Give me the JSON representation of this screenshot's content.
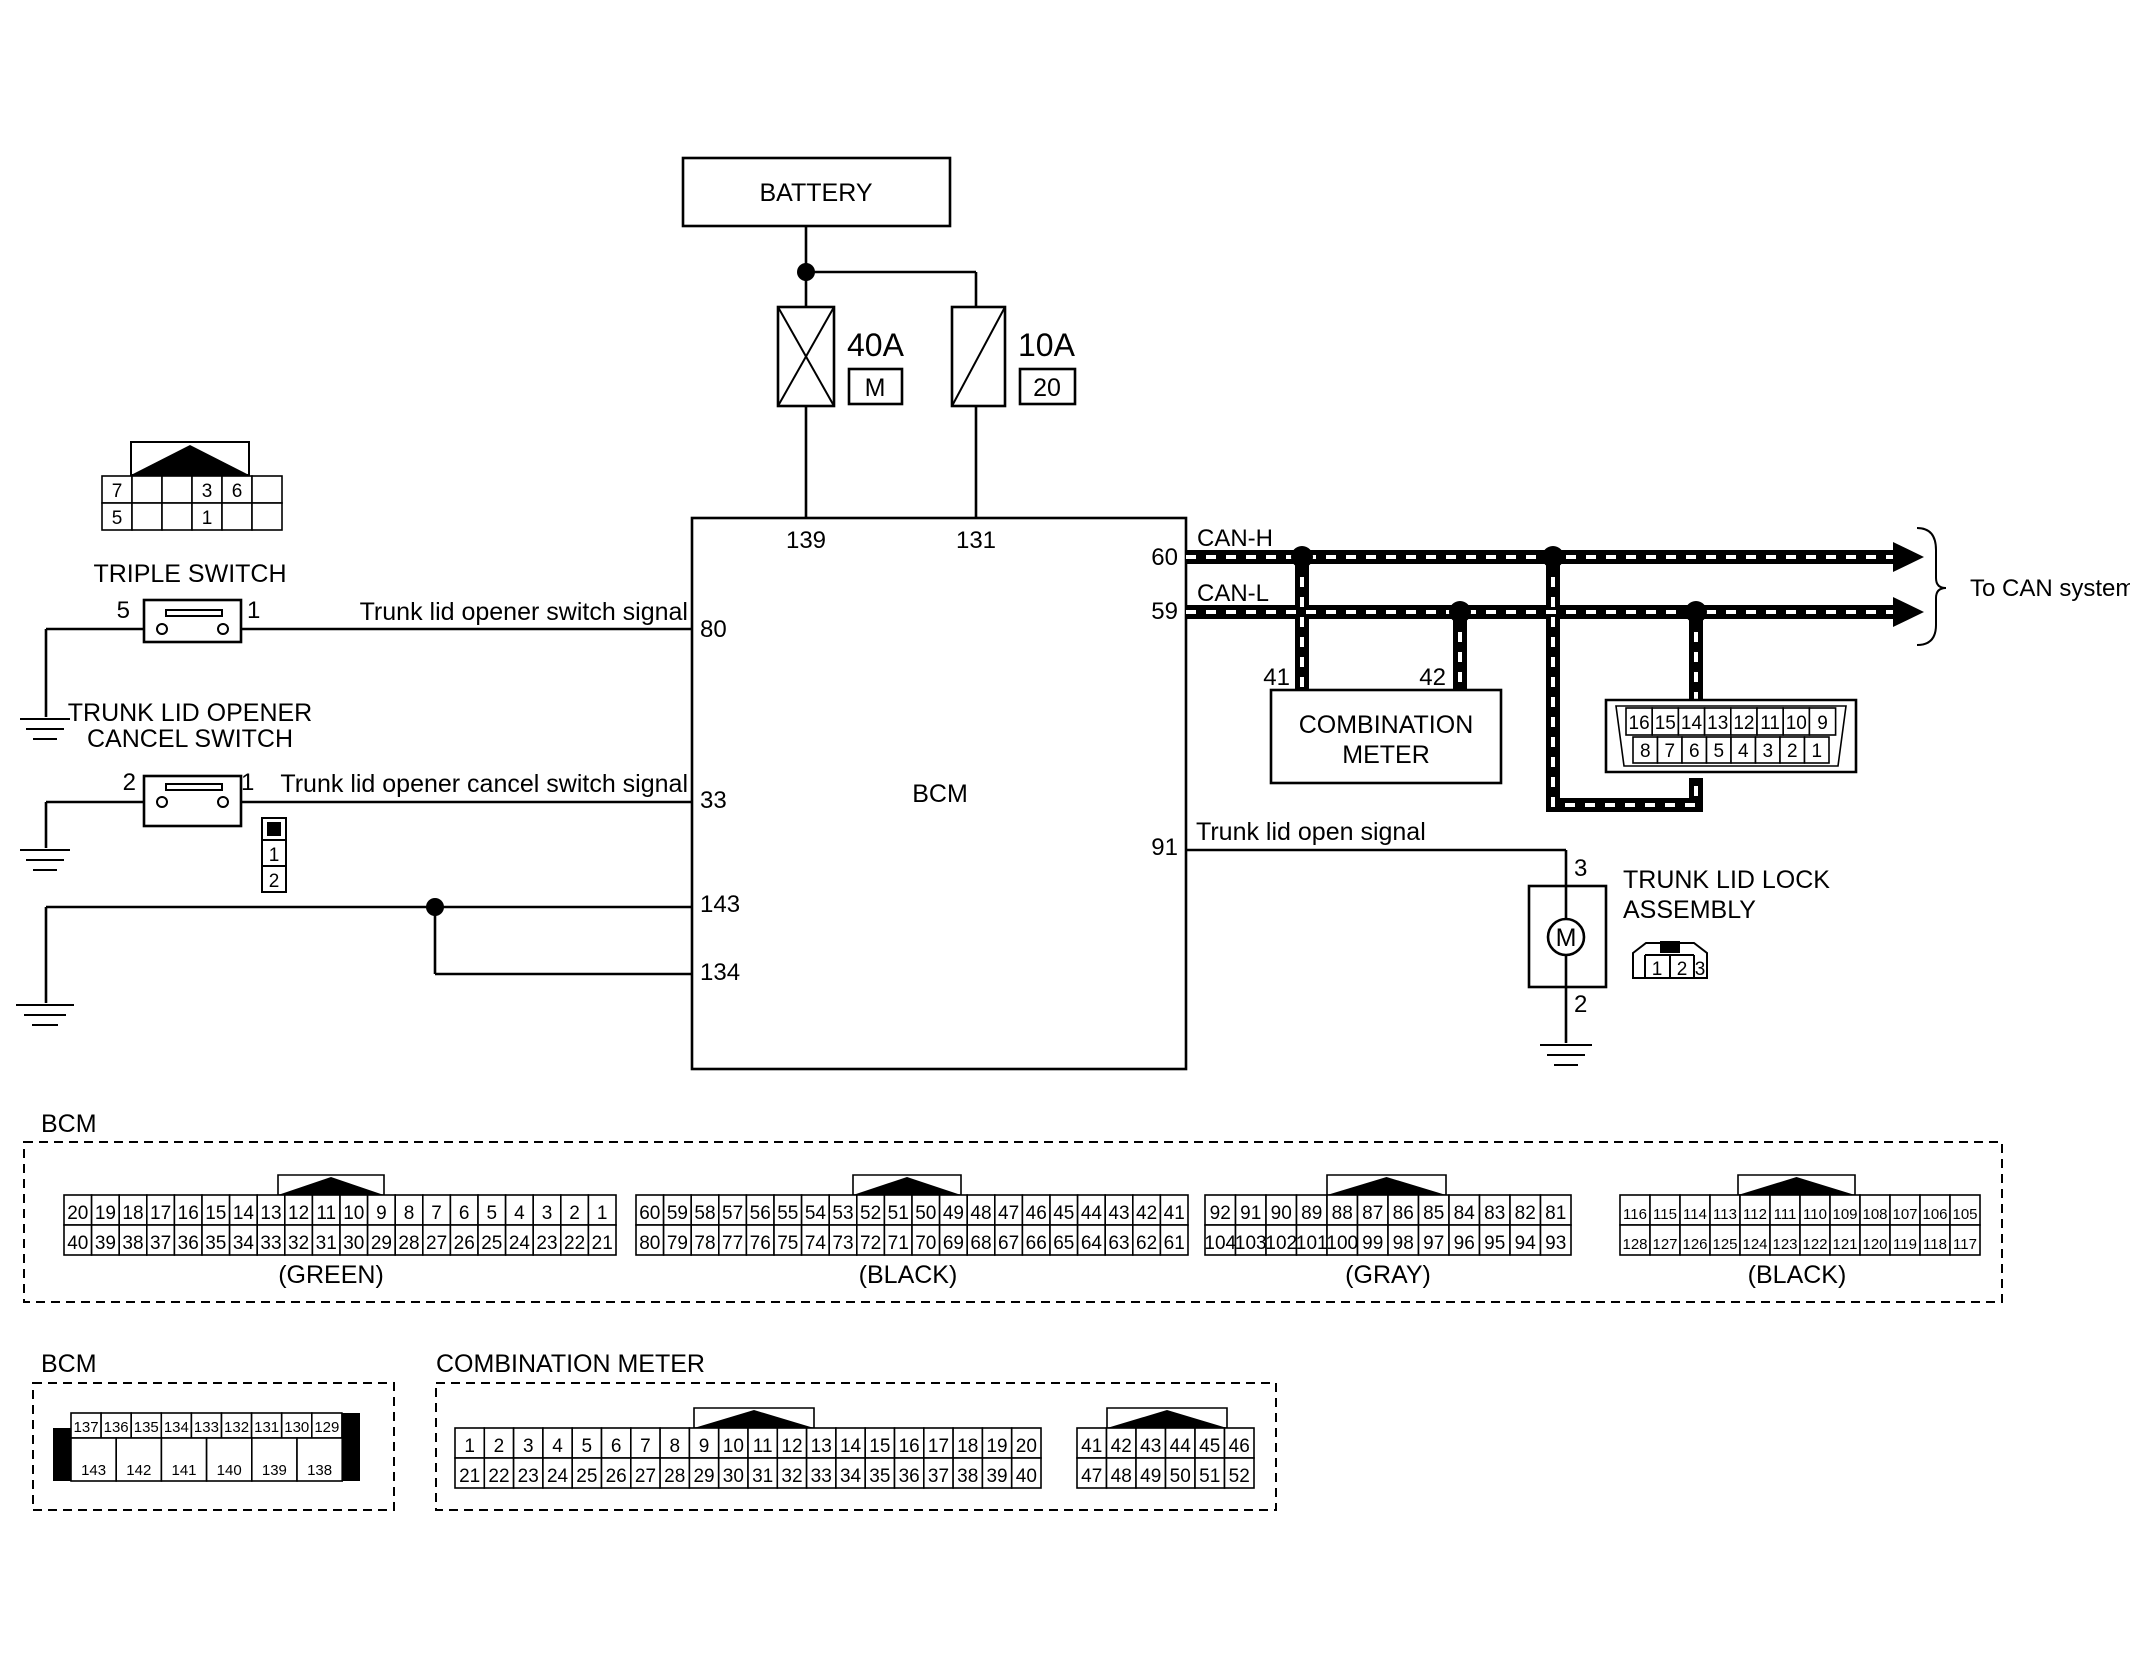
{
  "diagram": {
    "battery": "BATTERY",
    "fuse_a": {
      "rating": "40A",
      "location": "M"
    },
    "fuse_b": {
      "rating": "10A",
      "location": "20"
    },
    "bcm": "BCM",
    "bcm_pins": {
      "p139": "139",
      "p131": "131",
      "p80": "80",
      "p33": "33",
      "p143": "143",
      "p134": "134",
      "p60": "60",
      "p59": "59",
      "p91": "91"
    },
    "can_h": "CAN-H",
    "can_l": "CAN-L",
    "to_can": "To CAN system",
    "triple_switch": {
      "name": "TRIPLE SWITCH",
      "pin_left": "5",
      "pin_right": "1",
      "signal": "Trunk lid opener switch signal",
      "connector_top": [
        "7",
        "",
        "",
        "3",
        "6",
        ""
      ],
      "connector_bottom": [
        "5",
        "",
        "",
        "1",
        "",
        ""
      ]
    },
    "cancel_switch": {
      "name_line1": "TRUNK LID OPENER",
      "name_line2": "CANCEL SWITCH",
      "pin_left": "2",
      "pin_right": "1",
      "signal": "Trunk lid opener cancel switch signal",
      "connector": [
        "1",
        "2"
      ]
    },
    "combination_meter": {
      "line1": "COMBINATION",
      "line2": "METER",
      "pin_l": "41",
      "pin_r": "42"
    },
    "dlc_connector": {
      "top": [
        "16",
        "15",
        "14",
        "13",
        "12",
        "11",
        "10",
        "9"
      ],
      "bottom": [
        "8",
        "7",
        "6",
        "5",
        "4",
        "3",
        "2",
        "1"
      ]
    },
    "trunk_signal": "Trunk lid open signal",
    "trunk_lock": {
      "line1": "TRUNK LID LOCK",
      "line2": "ASSEMBLY",
      "motor": "M",
      "pin_top": "3",
      "pin_bottom": "2",
      "connector": [
        "1",
        "2",
        "3"
      ]
    }
  },
  "connectors": {
    "bcm_group_title": "BCM",
    "c1": {
      "color": "(GREEN)",
      "top": [
        "20",
        "19",
        "18",
        "17",
        "16",
        "15",
        "14",
        "13",
        "12",
        "11",
        "10",
        "9",
        "8",
        "7",
        "6",
        "5",
        "4",
        "3",
        "2",
        "1"
      ],
      "bottom": [
        "40",
        "39",
        "38",
        "37",
        "36",
        "35",
        "34",
        "33",
        "32",
        "31",
        "30",
        "29",
        "28",
        "27",
        "26",
        "25",
        "24",
        "23",
        "22",
        "21"
      ]
    },
    "c2": {
      "color": "(BLACK)",
      "top": [
        "60",
        "59",
        "58",
        "57",
        "56",
        "55",
        "54",
        "53",
        "52",
        "51",
        "50",
        "49",
        "48",
        "47",
        "46",
        "45",
        "44",
        "43",
        "42",
        "41"
      ],
      "bottom": [
        "80",
        "79",
        "78",
        "77",
        "76",
        "75",
        "74",
        "73",
        "72",
        "71",
        "70",
        "69",
        "68",
        "67",
        "66",
        "65",
        "64",
        "63",
        "62",
        "61"
      ]
    },
    "c3": {
      "color": "(GRAY)",
      "top": [
        "92",
        "91",
        "90",
        "89",
        "88",
        "87",
        "86",
        "85",
        "84",
        "83",
        "82",
        "81"
      ],
      "bottom": [
        "104",
        "103",
        "102",
        "101",
        "100",
        "99",
        "98",
        "97",
        "96",
        "95",
        "94",
        "93"
      ]
    },
    "c4": {
      "color": "(BLACK)",
      "top": [
        "116",
        "115",
        "114",
        "113",
        "112",
        "111",
        "110",
        "109",
        "108",
        "107",
        "106",
        "105"
      ],
      "bottom": [
        "128",
        "127",
        "126",
        "125",
        "124",
        "123",
        "122",
        "121",
        "120",
        "119",
        "118",
        "117"
      ]
    },
    "bcm2_title": "BCM",
    "bcm2": {
      "top": [
        "137",
        "136",
        "135",
        "134",
        "133",
        "132",
        "131",
        "130",
        "129"
      ],
      "bottom": [
        "143",
        "142",
        "141",
        "140",
        "139",
        "138"
      ]
    },
    "meter_title": "COMBINATION METER",
    "meter_a": {
      "top": [
        "1",
        "2",
        "3",
        "4",
        "5",
        "6",
        "7",
        "8",
        "9",
        "10",
        "11",
        "12",
        "13",
        "14",
        "15",
        "16",
        "17",
        "18",
        "19",
        "20"
      ],
      "bottom": [
        "21",
        "22",
        "23",
        "24",
        "25",
        "26",
        "27",
        "28",
        "29",
        "30",
        "31",
        "32",
        "33",
        "34",
        "35",
        "36",
        "37",
        "38",
        "39",
        "40"
      ]
    },
    "meter_b": {
      "top": [
        "41",
        "42",
        "43",
        "44",
        "45",
        "46"
      ],
      "bottom": [
        "47",
        "48",
        "49",
        "50",
        "51",
        "52"
      ]
    }
  }
}
